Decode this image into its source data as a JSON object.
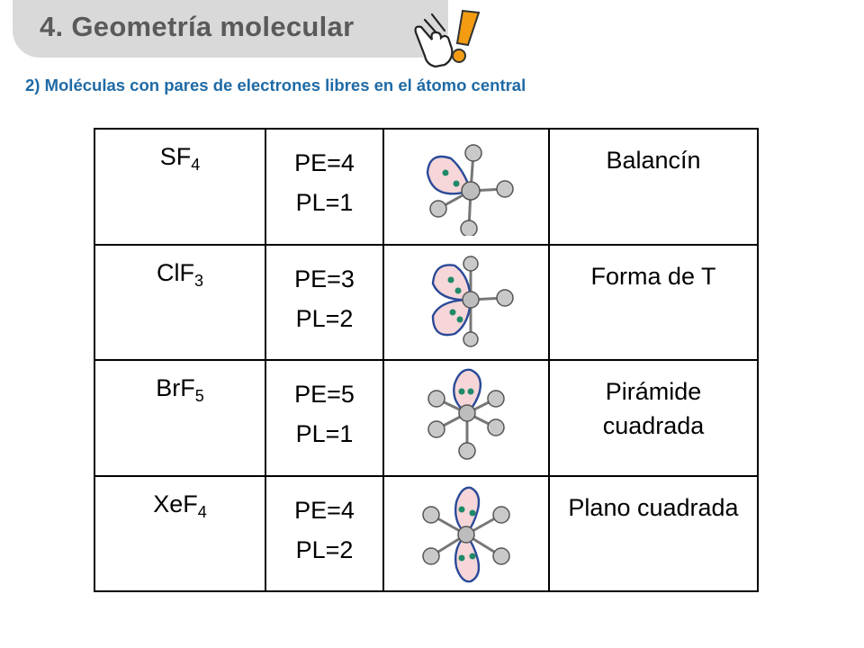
{
  "header": {
    "title": "4. Geometría molecular",
    "subtitle": "2) Moléculas con pares de electrones libres en el átomo central"
  },
  "colors": {
    "title_tab": "#d9d9d9",
    "title_text": "#5a5a5a",
    "subtitle_text": "#1e6aa6",
    "lone_pair_fill": "#f6d6d8",
    "lone_pair_stroke": "#2a4a98",
    "electron_dot": "#1f8a6a",
    "atom_fill": "#c9c9c9",
    "exclamation": "#f39c12"
  },
  "table": {
    "rows": [
      {
        "formula_base": "SF",
        "formula_sub": "4",
        "pe": "PE=4",
        "pl": "PL=1",
        "geometry": "Balancín",
        "diagram_icon": "seesaw-molecule-icon"
      },
      {
        "formula_base": "ClF",
        "formula_sub": "3",
        "pe": "PE=3",
        "pl": "PL=2",
        "geometry": "Forma de T",
        "diagram_icon": "t-shaped-molecule-icon"
      },
      {
        "formula_base": "BrF",
        "formula_sub": "5",
        "pe": "PE=5",
        "pl": "PL=1",
        "geometry": "Pirámide cuadrada",
        "diagram_icon": "square-pyramidal-molecule-icon"
      },
      {
        "formula_base": "XeF",
        "formula_sub": "4",
        "pe": "PE=4",
        "pl": "PL=2",
        "geometry": "Plano cuadrada",
        "diagram_icon": "square-planar-molecule-icon"
      }
    ]
  }
}
